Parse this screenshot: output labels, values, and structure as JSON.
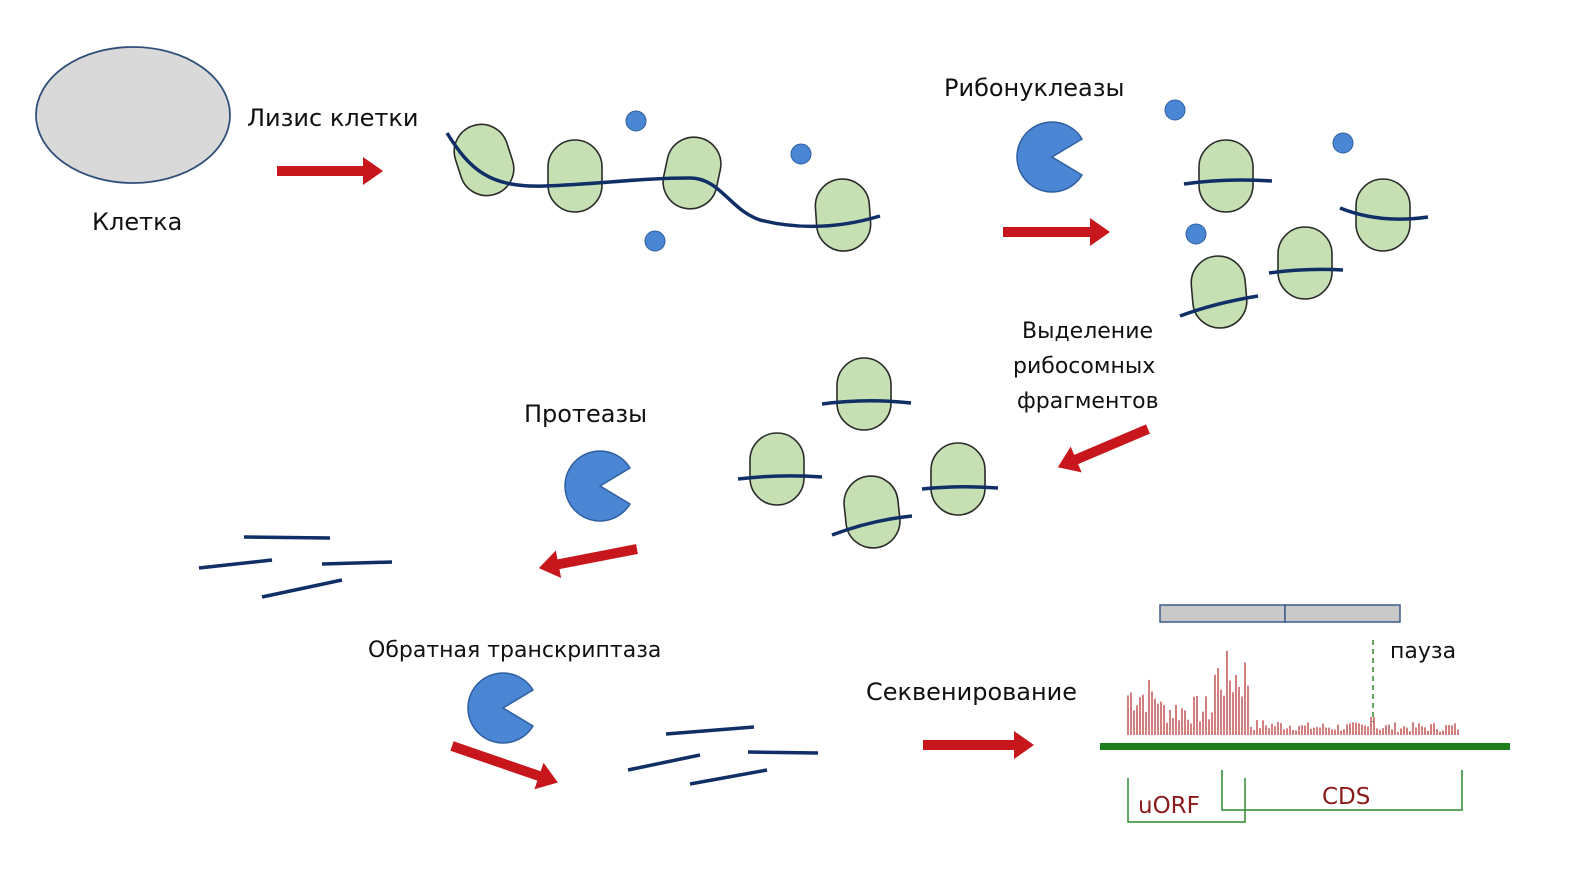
{
  "labels": {
    "cell": "Клетка",
    "lysis": "Лизис клетки",
    "ribonucleases": "Рибонуклеазы",
    "isolation_line1": "Выделение",
    "isolation_line2": "рибосомных",
    "isolation_line3": "фрагментов",
    "proteases": "Протеазы",
    "reverse_transcriptase": "Обратная транскриптаза",
    "sequencing": "Секвенирование",
    "pause": "пауза",
    "uorf": "uORF",
    "cds": "CDS"
  },
  "colors": {
    "arrow": "#c8161d",
    "ribosome_fill": "#c6e0b4",
    "mrna": "#0f2f66",
    "enzyme": "#4a86d4",
    "cell_fill": "#d9d9d9",
    "cell_stroke": "#2f4f7a",
    "gene_line": "#1e7e1e",
    "region_label": "#8b1a1a",
    "signal": "#c04848"
  },
  "icons": [
    "cell-shape",
    "ribosome-shape",
    "enzyme-pacman",
    "mrna-strand",
    "process-arrow"
  ]
}
